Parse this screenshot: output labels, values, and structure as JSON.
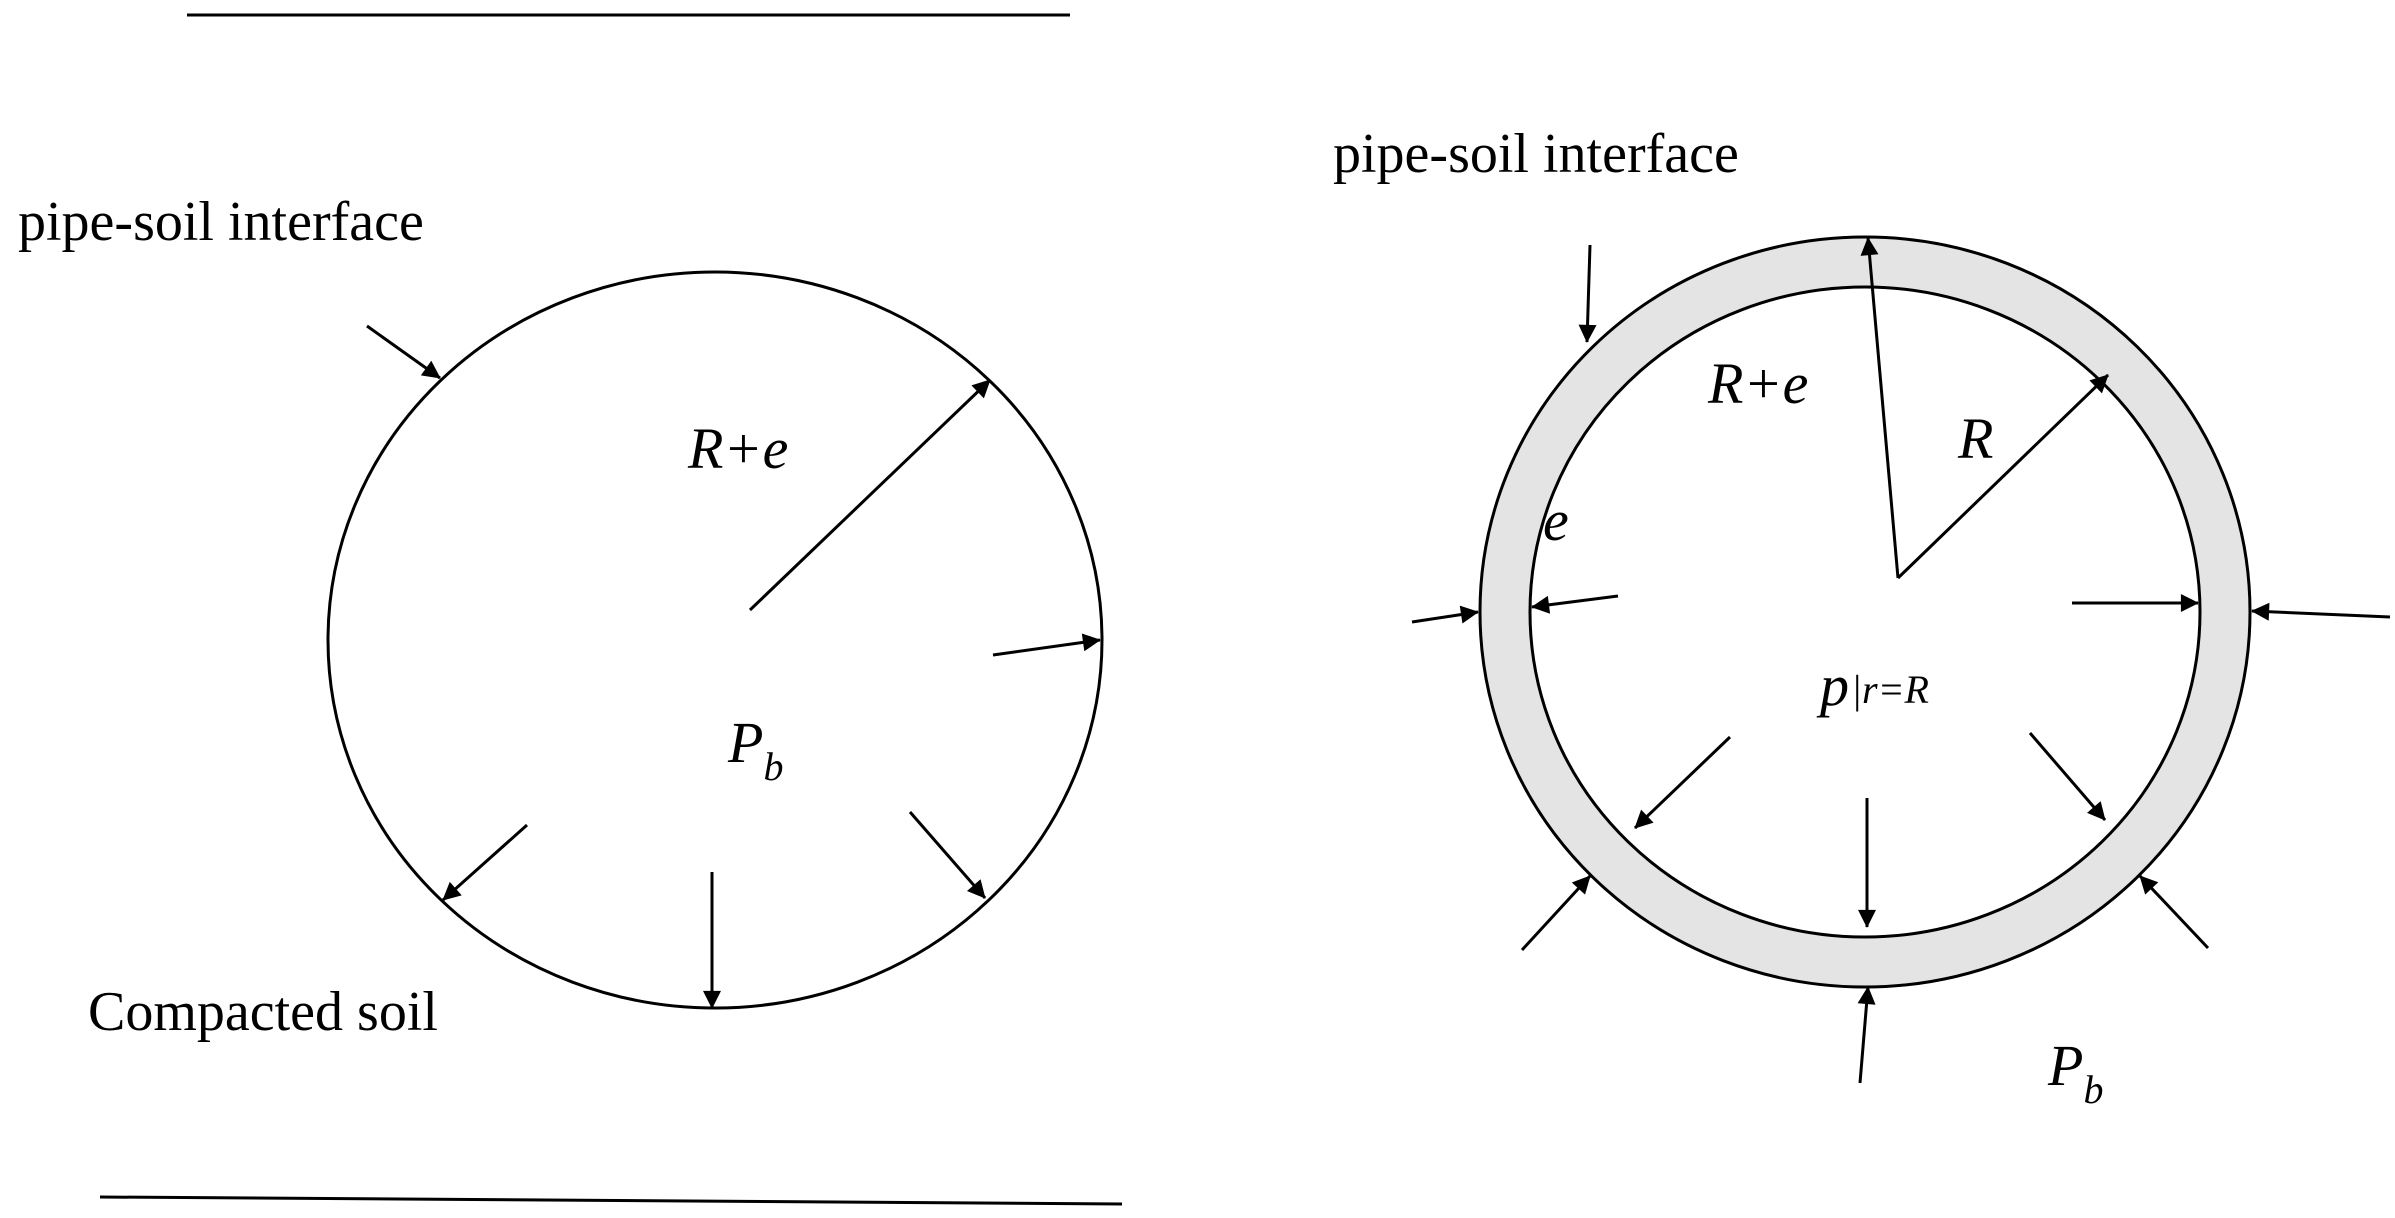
{
  "left": {
    "interface_label": "pipe-soil interface",
    "radius_label": "R+e",
    "pressure_label": "P",
    "pressure_sub": "b",
    "soil_label": "Compacted soil"
  },
  "right": {
    "interface_label": "pipe-soil interface",
    "outer_radius_label": "R+e",
    "inner_radius_label": "R",
    "thickness_label": "e",
    "internal_pressure_label": "p",
    "internal_pressure_sub": "|r=R",
    "external_pressure_label": "P",
    "external_pressure_sub": "b"
  }
}
